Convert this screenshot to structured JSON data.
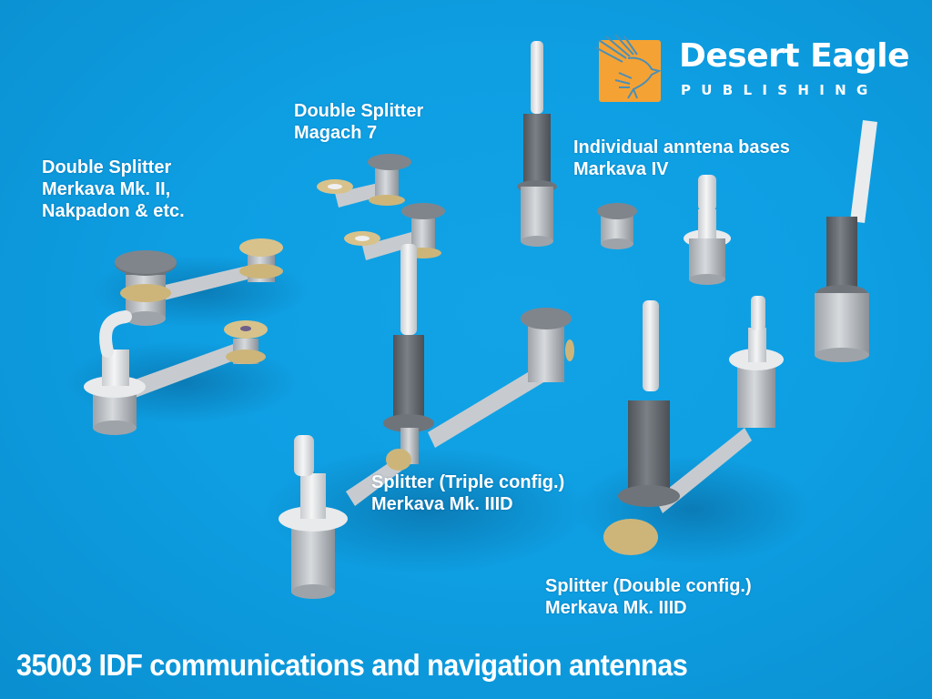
{
  "logo": {
    "brand_name": "Desert Eagle",
    "brand_sub": "PUBLISHING",
    "icon": "eagle-icon",
    "box_color": "#f5a234"
  },
  "labels": {
    "double_splitter_mk2": {
      "line1": "Double Splitter",
      "line2": "Merkava Mk. II,",
      "line3": "Nakpadon & etc."
    },
    "double_splitter_magach": {
      "line1": "Double Splitter",
      "line2": "Magach 7"
    },
    "individual_bases": {
      "line1": "Individual anntena bases",
      "line2": "Markava IV"
    },
    "splitter_triple": {
      "line1": "Splitter (Triple config.)",
      "line2": "Merkava Mk. IIID"
    },
    "splitter_double": {
      "line1": "Splitter (Double config.)",
      "line2": "Merkava Mk. IIID"
    }
  },
  "title": "35003 IDF communications and navigation antennas",
  "colors": {
    "background": "#0e9fe3",
    "part_grey": "#c9cdd2",
    "part_dark": "#6f747a",
    "part_brass": "#cdb57a",
    "part_white": "#eef0f2"
  }
}
